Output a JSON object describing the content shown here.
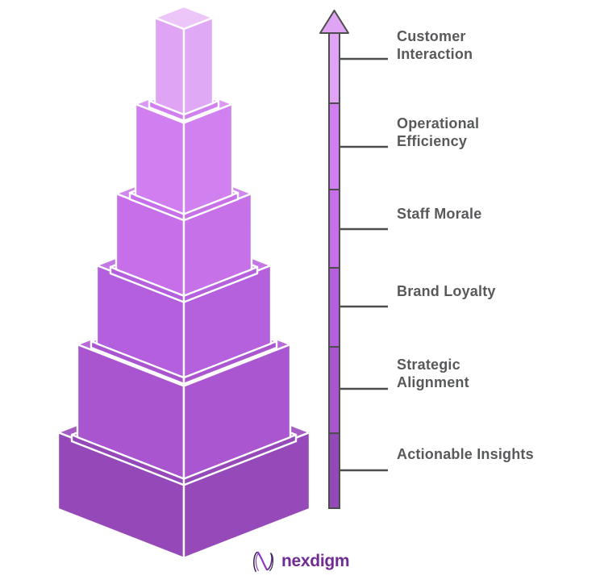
{
  "chart_data": {
    "type": "pyramid",
    "orientation": "3d-stacked-boxes, lightest level on top, arrow axis pointing up on the right",
    "levels": [
      {
        "label": "Customer\nInteraction",
        "face_left": "#dfa5f4",
        "face_right": "#e0a9f5",
        "face_top": "#ecc6f9"
      },
      {
        "label": "Operational\nEfficiency",
        "face_left": "#d07ef0",
        "face_right": "#d180ef",
        "face_top": "#dc96f4"
      },
      {
        "label": "Staff Morale",
        "face_left": "#c66fe8",
        "face_right": "#c771e8",
        "face_top": "#d287ee"
      },
      {
        "label": "Brand Loyalty",
        "face_left": "#b45fde",
        "face_right": "#b560dd",
        "face_top": "#c478e5"
      },
      {
        "label": "Strategic\nAlignment",
        "face_left": "#a855cf",
        "face_right": "#aa56d0",
        "face_top": "#b86ad8"
      },
      {
        "label": "Actionable Insights",
        "face_left": "#9549b8",
        "face_right": "#964aba",
        "face_top": "#a55cc4"
      }
    ],
    "axis": {
      "direction": "up",
      "outline_color": "#4d4d4d",
      "tick_color": "#4d4d4d"
    },
    "label_color": "#58595b",
    "edge_color": "#ffffff"
  },
  "brand": {
    "name": "nexdigm",
    "wordmark_color": "#702c92",
    "icon_dark": "#2f2440",
    "icon_purple": "#8a36c9",
    "icon_mid": "#5b2d87"
  }
}
